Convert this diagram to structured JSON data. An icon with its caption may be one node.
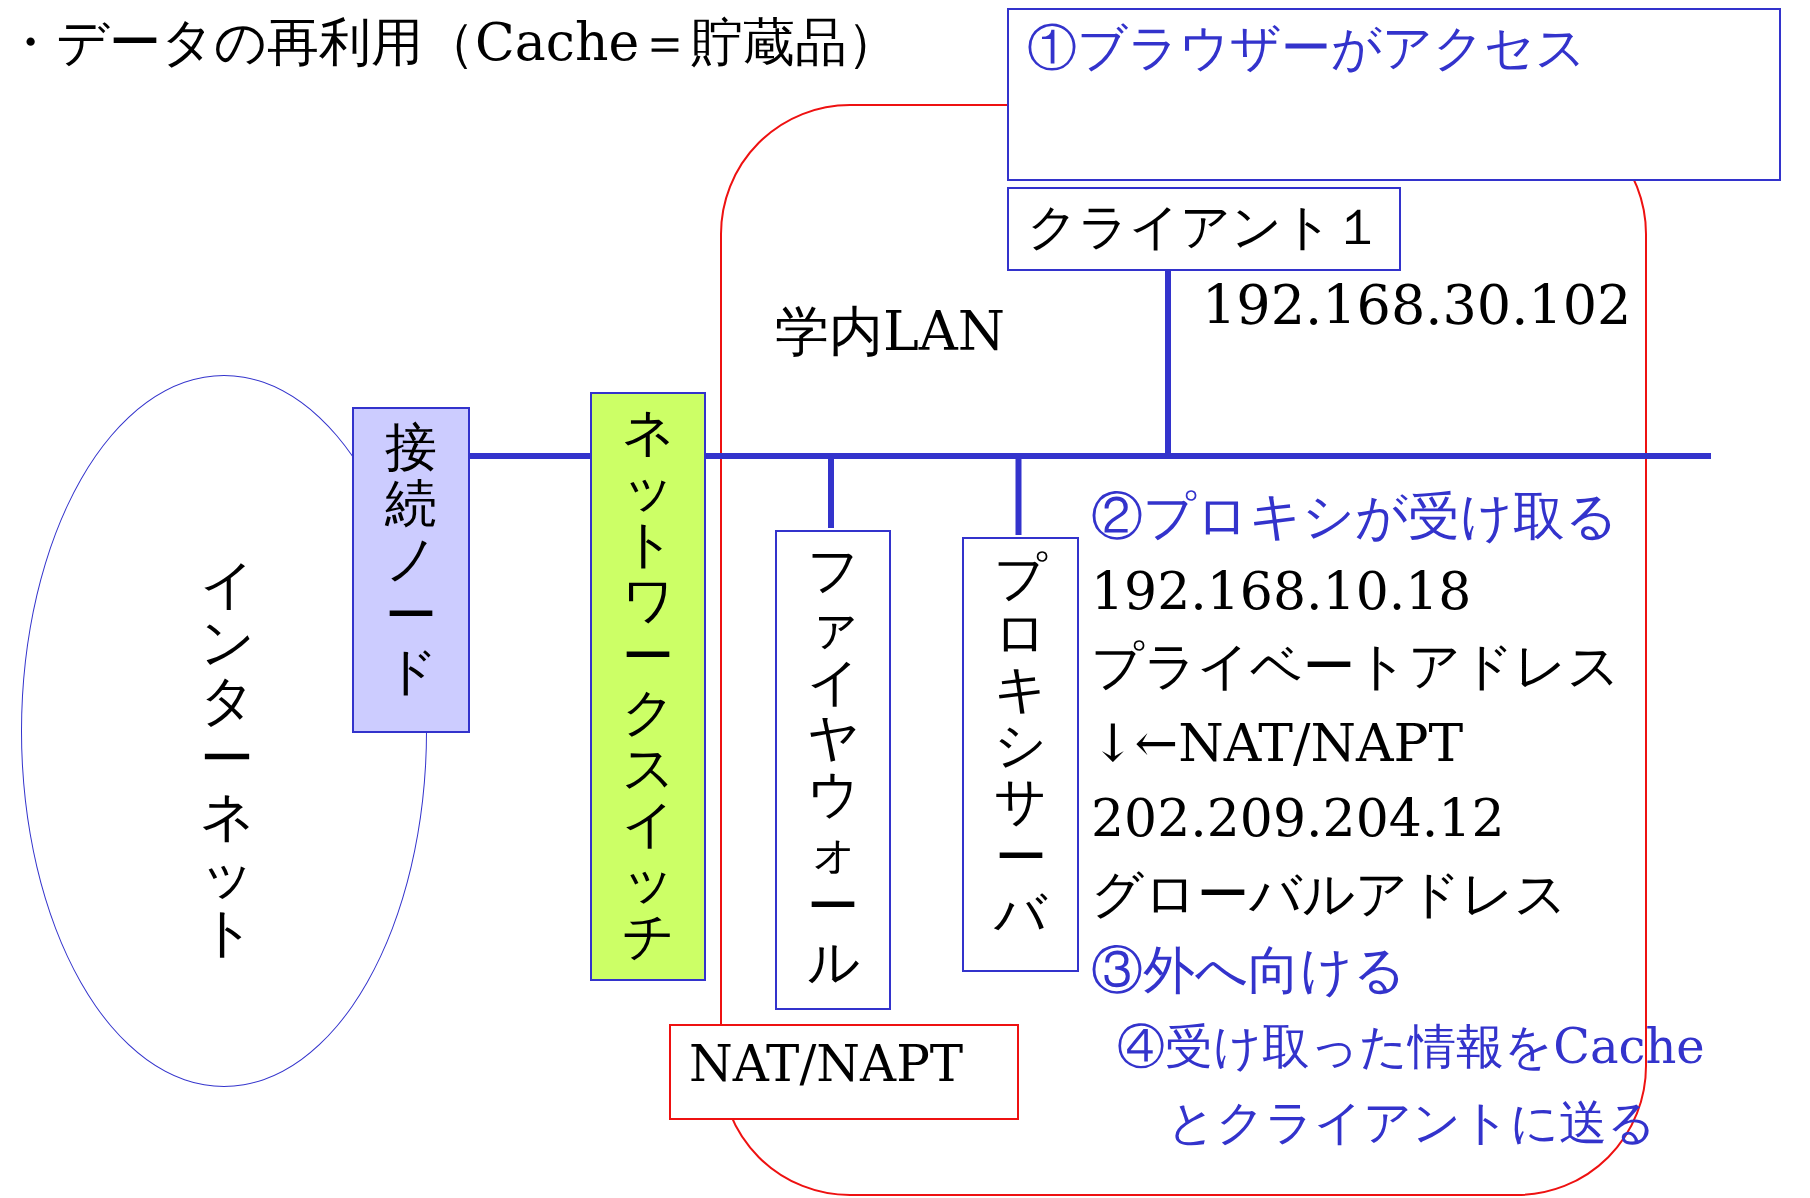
{
  "diagram": {
    "title": "・データの再利用（Cache＝貯蔵品）",
    "nodes": [
      {
        "text": [
          "インターネット"
        ]
      },
      {
        "text": [
          "接続ノード"
        ]
      },
      {
        "text": [
          "ネットワークスイッチ"
        ]
      },
      {
        "text": [
          "学内LAN"
        ]
      },
      {
        "text": [
          "ファイヤウォール"
        ],
        "in": 3
      },
      {
        "text": [
          "プロキシサーバ"
        ],
        "in": 3
      },
      {
        "text": [
          "クライアント１"
        ],
        "in": 3,
        "beside": [
          "192.168.30.102"
        ]
      },
      {
        "text": [],
        "shape": "bar"
      },
      {
        "text": [
          "①ブラウザーがアクセス"
        ]
      },
      {
        "text": [
          "NAT/NAPT"
        ]
      }
    ],
    "edges": [
      {
        "from": 1,
        "to": 2,
        "arrow": "none"
      },
      {
        "from": 2,
        "to": 7,
        "arrow": "none"
      },
      {
        "from": 7,
        "to": 4,
        "arrow": "none"
      },
      {
        "from": 7,
        "to": 5,
        "arrow": "none"
      },
      {
        "from": 7,
        "to": 6,
        "arrow": "none"
      }
    ],
    "labels": [
      "②プロキシが受け取る",
      "192.168.10.18",
      "プライベートアドレス",
      "↓←NAT/NAPT",
      "202.209.204.12",
      "グローバルアドレス",
      "③外へ向ける",
      "④受け取った情報をCache とクライアントに送る"
    ]
  }
}
